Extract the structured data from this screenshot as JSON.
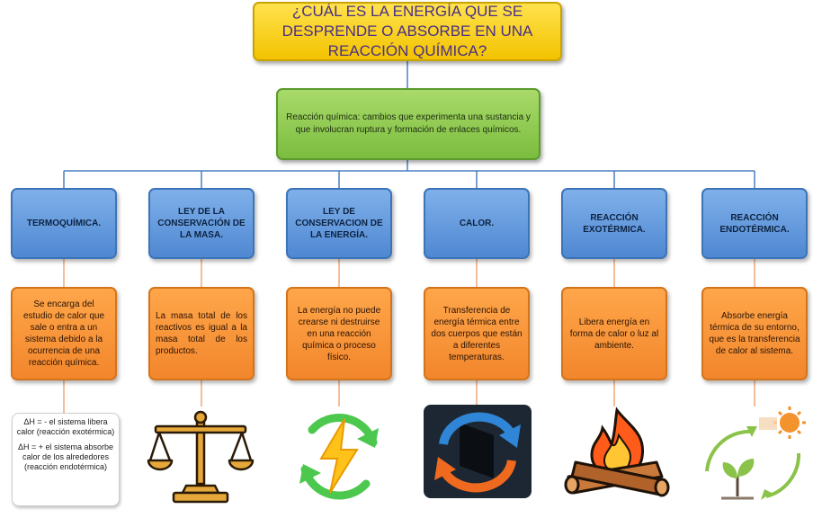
{
  "title": "¿CUÁL ES LA ENERGÍA QUE SE DESPRENDE O ABSORBE EN UNA REACCIÓN QUÍMICA?",
  "definition": "Reacción química: cambios que experimenta una sustancia y que involucran ruptura y formación de enlaces químicos.",
  "concepts": [
    {
      "heading": "TERMOQUÍMICA.",
      "description": "Se encarga del estudio de calor que sale o entra a un sistema debido a la ocurrencia de una reacción química.",
      "icon": "delta-h-note"
    },
    {
      "heading": "LEY DE LA CONSERVACIÓN DE LA MASA.",
      "description": "La masa total de los reactivos es igual a la masa total de los productos.",
      "icon": "balance-scale-icon"
    },
    {
      "heading": "LEY DE CONSERVACION DE LA ENERGÍA.",
      "description": "La energía no puede crearse ni destruirse en una reacción química o proceso físico.",
      "icon": "renewable-energy-icon"
    },
    {
      "heading": "CALOR.",
      "description": "Transferencia de energía térmica entre dos cuerpos que están a diferentes temperaturas.",
      "icon": "heat-exchange-icon"
    },
    {
      "heading": "REACCIÓN EXOTÉRMICA.",
      "description": "Libera energía en forma de calor o luz al ambiente.",
      "icon": "campfire-icon"
    },
    {
      "heading": "REACCIÓN ENDOTÉRMICA.",
      "description": "Absorbe energía térmica de su entorno, que es la transferencia de calor al sistema.",
      "icon": "plant-sun-cycle-icon"
    }
  ],
  "delta_h_note": {
    "negative": "ΔH = - el sistema libera calor (reacción exotérmica)",
    "positive": "ΔH = + el sistema absorbe calor de los alrededores (reacción endotérmica)"
  },
  "colors": {
    "title": "#f3c300",
    "definition": "#7bbd3f",
    "category": "#4f88d2",
    "description": "#f2862c",
    "connector": "#4a7fc1"
  }
}
